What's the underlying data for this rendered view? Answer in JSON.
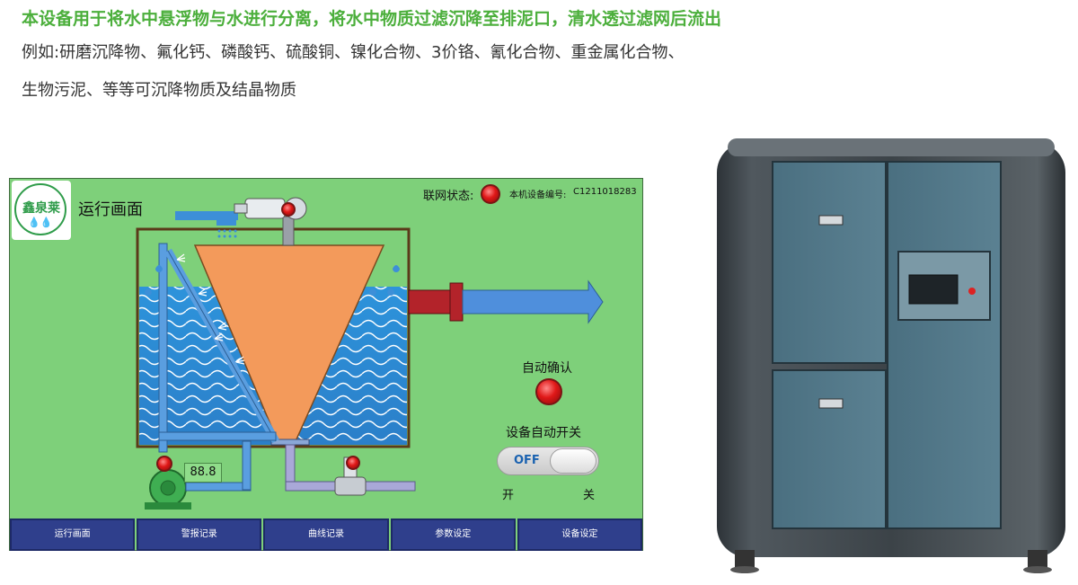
{
  "headline": "本设备用于将水中悬浮物与水进行分离，将水中物质过滤沉降至排泥口，清水透过滤网后流出",
  "description_line1": "例如:研磨沉降物、氟化钙、磷酸钙、硫酸铜、镍化合物、3价铬、氰化合物、重金属化合物、",
  "description_line2": "生物污泥、等等可沉降物质及结晶物质",
  "hmi": {
    "logo_text": "鑫泉莱",
    "title": "运行画面",
    "network_status_label": "联网状态:",
    "device_number_label": "本机设备编号:",
    "device_number": "C1211018283",
    "flow_reading": "88.8",
    "auto_confirm_label": "自动确认",
    "auto_switch_label": "设备自动开关",
    "toggle_state": "OFF",
    "open_label": "开",
    "close_label": "关",
    "nav": [
      {
        "label": "运行画面"
      },
      {
        "label": "警报记录"
      },
      {
        "label": "曲线记录"
      },
      {
        "label": "参数设定"
      },
      {
        "label": "设备设定"
      }
    ],
    "colors": {
      "background": "#7ed07a",
      "cone": "#f39a5b",
      "water": "#2a8fd6",
      "pipe": "#5a9ee0",
      "outlet_flange": "#b3232a",
      "nav": "#2f3f8c",
      "led": "#e01818"
    }
  }
}
